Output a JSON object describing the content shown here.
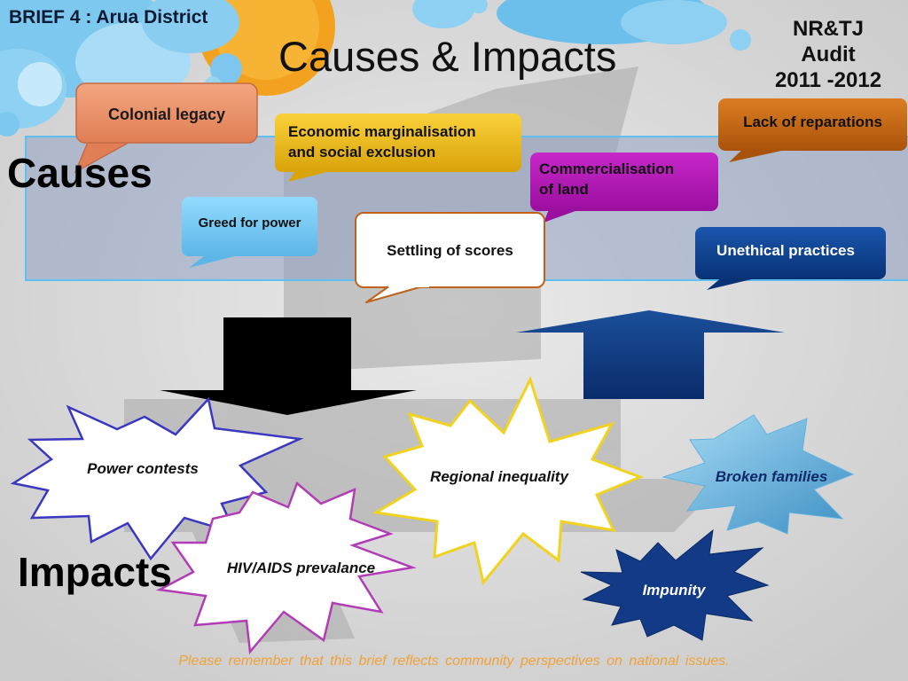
{
  "slide": {
    "brief": "BRIEF 4 :  Arua District",
    "title": "Causes & Impacts",
    "audit": [
      "NR&TJ",
      "Audit",
      "2011 -2012"
    ],
    "causes_heading": "Causes",
    "impacts_heading": "Impacts",
    "footer": "Please  remember  that  this  brief reflects community  perspectives  on  national  issues."
  },
  "causes": {
    "colonial": "Colonial legacy",
    "economic": [
      "Economic marginalisation",
      "and social exclusion"
    ],
    "reparations": "Lack of reparations",
    "commercialisation": [
      "Commercialisation",
      "of land"
    ],
    "greed": "Greed for power",
    "scores": "Settling of scores",
    "unethical": "Unethical practices"
  },
  "impacts": {
    "power": "Power contests",
    "regional": "Regional inequality",
    "broken": "Broken families",
    "hiv": "HIV/AIDS prevalance",
    "impunity": "Impunity"
  },
  "colors": {
    "colonial": "#e8926a",
    "economic": "#f2c011",
    "reparations": "#c0620c",
    "commercialisation": "#b316b6",
    "greed": "#7ccdf5",
    "unethical": "#0c3f8c",
    "scores_border": "#c0621a",
    "power_star": "#3a38c0",
    "regional_star": "#f1d21e",
    "broken_star": "#5fb3e0",
    "hiv_star": "#b23cb6",
    "impunity_star": "#123a86",
    "footer": "#f0a238"
  }
}
